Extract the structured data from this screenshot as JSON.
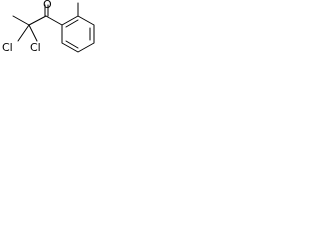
{
  "molecule": {
    "atoms": {
      "oxygen": "O",
      "chlorine_1": "Cl",
      "chlorine_2": "Cl"
    }
  },
  "colors": {
    "bond": "#000000",
    "text": "#000000",
    "background": "#ffffff"
  }
}
